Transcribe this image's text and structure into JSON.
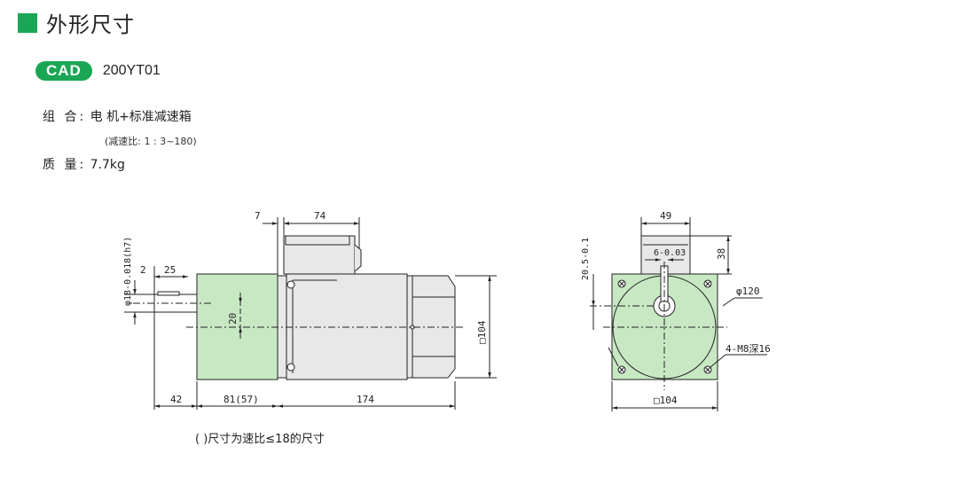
{
  "section": {
    "title": "外形尺寸"
  },
  "cad": {
    "badge": "CAD",
    "model": "200YT01"
  },
  "specs": {
    "combination_label": "组 合:",
    "combination_value": "电 机+标准减速箱",
    "ratio_note": "(减速比: 1 : 3~180)",
    "mass_label": "质 量:",
    "mass_value": "7.7kg"
  },
  "drawing": {
    "side": {
      "dim_7": "7",
      "dim_74": "74",
      "dim_2": "2",
      "dim_25": "25",
      "dim_shaft": "φ18-0.018(h7)",
      "dim_20": "20",
      "dim_104": "□104",
      "dim_42": "42",
      "dim_81": "81(57)",
      "dim_174": "174"
    },
    "front": {
      "dim_49": "49",
      "dim_key": "6-0.03",
      "dim_38": "38",
      "dim_205": "20.5-0.1",
      "dim_120": "φ120",
      "dim_holes": "4-M8深16",
      "dim_104": "□104"
    },
    "colors": {
      "flange": "#c8e8c4",
      "motor": "#e8e8e8",
      "accent": "#1aa654"
    }
  },
  "footnote": "( )尺寸为速比≤18的尺寸"
}
